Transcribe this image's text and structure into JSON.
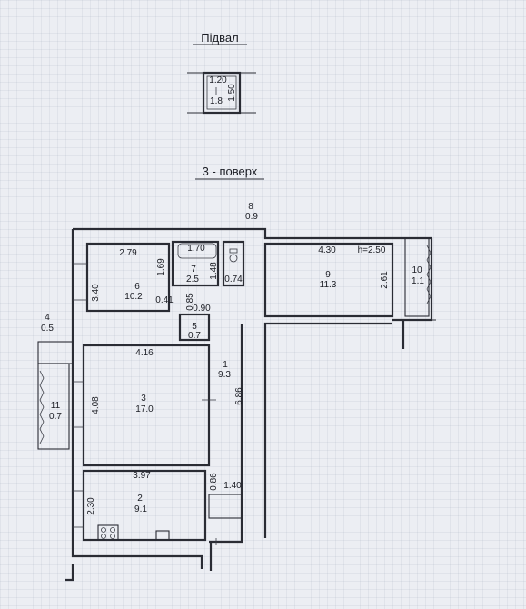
{
  "plan": {
    "basement_title": "Підвал",
    "floor_title": "3 - поверх",
    "ceiling_height": "h=2.50",
    "basement": {
      "width": "1.20",
      "length": "1.50",
      "area": "1.8"
    },
    "rooms": {
      "r1": {
        "number": "1",
        "area": "9.3"
      },
      "r2": {
        "number": "2",
        "area": "9.1"
      },
      "r3": {
        "number": "3",
        "area": "17.0"
      },
      "r4": {
        "number": "4",
        "area": "0.5"
      },
      "r5": {
        "number": "5",
        "area": "0.7"
      },
      "r6": {
        "number": "6",
        "area": "10.2"
      },
      "r7": {
        "number": "7",
        "area": "2.5"
      },
      "r8": {
        "number": "8",
        "area": "0.9"
      },
      "r9": {
        "number": "9",
        "area": "11.3"
      },
      "r10": {
        "number": "10",
        "area": "1.1"
      },
      "r11": {
        "number": "11",
        "area": "0.7"
      }
    },
    "dims": {
      "d_279": "2.79",
      "d_340": "3.40",
      "d_169": "1.69",
      "d_170": "1.70",
      "d_148": "1.48",
      "d_074": "0.74",
      "d_041": "0.41",
      "d_085": "0.85",
      "d_090": "0.90",
      "d_430": "4.30",
      "d_261": "2.61",
      "d_416": "4.16",
      "d_408": "4.08",
      "d_686": "6.86",
      "d_397": "3.97",
      "d_086": "0.86",
      "d_140": "1.40",
      "d_230": "2.30"
    }
  }
}
